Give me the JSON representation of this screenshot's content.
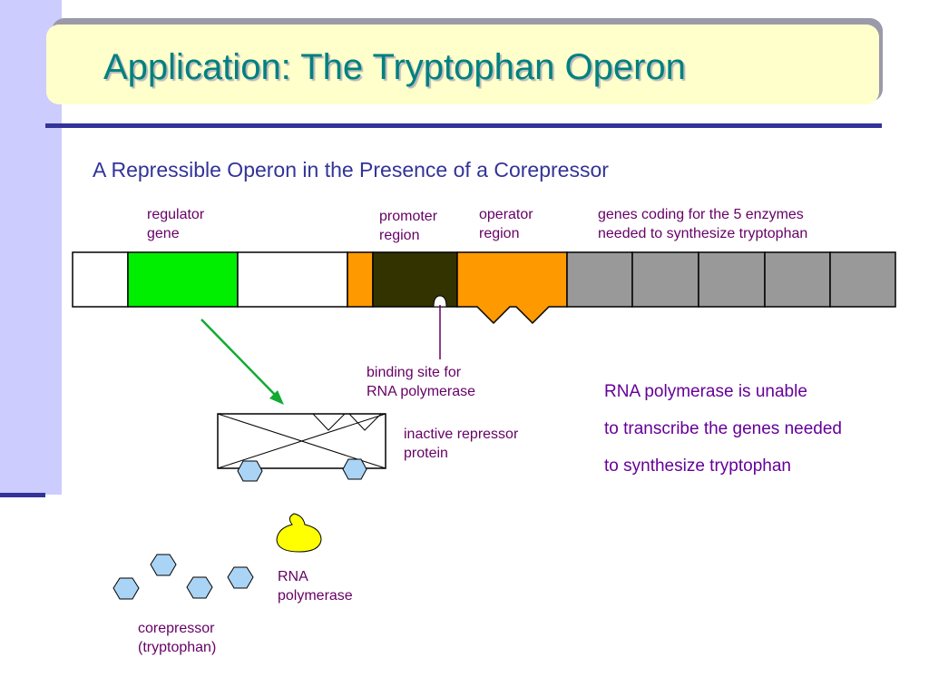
{
  "slide": {
    "title": "Application: The Tryptophan Operon",
    "subtitle": "A Repressible Operon in the Presence of a Corepressor"
  },
  "labels": {
    "regulator_gene": [
      "regulator",
      "gene"
    ],
    "promoter_region": [
      "promoter",
      "region"
    ],
    "operator_region": [
      "operator",
      "region"
    ],
    "genes_coding": [
      "genes coding for the 5 enzymes",
      "needed to synthesize tryptophan"
    ],
    "binding_site": [
      "binding site for",
      "RNA polymerase"
    ],
    "repressor_protein": [
      "inactive repressor",
      "protein"
    ],
    "rna_polymerase": [
      "RNA",
      "polymerase"
    ],
    "corepressor": [
      "corepressor",
      "(tryptophan)"
    ]
  },
  "notes": [
    "RNA polymerase is unable",
    "to transcribe the genes needed",
    "to synthesize tryptophan"
  ],
  "colors": {
    "title_text": "#008080",
    "title_bg": "#ffffcc",
    "accent_bar": "#333399",
    "sidebar": "#ccccff",
    "regulator_gene": "#00ee00",
    "promoter": "#333300",
    "operator": "#ff9900",
    "structural_genes": "#999999",
    "rna_polymerase": "#ffff00",
    "corepressor": "#aad4f5",
    "arrow": "#11aa33",
    "label_text": "#660066",
    "note_text": "#660099"
  }
}
